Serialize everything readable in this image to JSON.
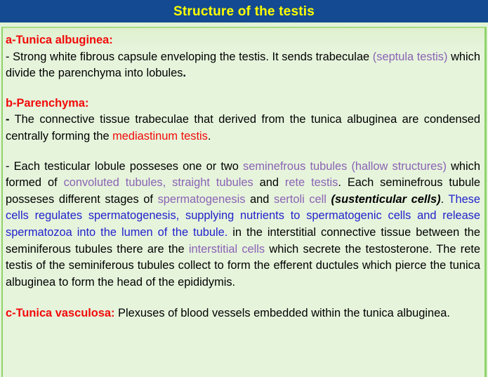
{
  "slide": {
    "title": "Structure of the testis",
    "title_color": "#ffff00",
    "title_bar_color": "#134a91",
    "body_background": "#e6f4dc",
    "border_color": "#8fd36a",
    "accent_colors": {
      "red": "#f20a0a",
      "purple": "#8a63b4",
      "blue": "#2222cc",
      "black": "#000000"
    }
  },
  "sections": [
    {
      "id": "tunica-albuginea",
      "heading": "a-Tunica albuginea:",
      "runs": [
        {
          "text": "- Strong white fibrous capsule enveloping the testis. It sends trabeculae ",
          "color": "black"
        },
        {
          "text": "(septula testis)",
          "color": "purple"
        },
        {
          "text": " which divide the parenchyma into lobules",
          "color": "black"
        },
        {
          "text": ".",
          "color": "black",
          "bold": true
        }
      ]
    },
    {
      "id": "parenchyma",
      "heading": "b-Parenchyma:",
      "runs": [
        {
          "text": "-",
          "color": "black",
          "bold": true
        },
        {
          "text": " The connective tissue trabeculae that derived from the tunica albuginea are condensed centrally forming the ",
          "color": "black"
        },
        {
          "text": "mediastinum testis",
          "color": "red"
        },
        {
          "text": ".",
          "color": "black"
        }
      ]
    },
    {
      "id": "parenchyma-detail",
      "heading": "",
      "runs": [
        {
          "text": "- Each testicular lobule posseses one or two ",
          "color": "black"
        },
        {
          "text": "seminefrous tubules (hallow structures)",
          "color": "purple"
        },
        {
          "text": " which formed of ",
          "color": "black"
        },
        {
          "text": "convoluted tubules, straight tubules",
          "color": "purple"
        },
        {
          "text": " and ",
          "color": "black"
        },
        {
          "text": "rete testis",
          "color": "purple"
        },
        {
          "text": ". Each seminefrous tubule posseses different stages of ",
          "color": "black"
        },
        {
          "text": "spermatogenesis",
          "color": "purple"
        },
        {
          "text": " and ",
          "color": "black"
        },
        {
          "text": "sertoli cell ",
          "color": "purple"
        },
        {
          "text": "(sustenticular cells)",
          "color": "black",
          "bolditalic": true
        },
        {
          "text": ". ",
          "color": "black"
        },
        {
          "text": "These cells regulates spermatogenesis, supplying nutrients to spermatogenic cells and release spermatozoa into the lumen of the tubule.",
          "color": "blue"
        },
        {
          "text": " in the interstitial connective tissue between the seminiferous tubules there are the ",
          "color": "black"
        },
        {
          "text": "interstitial cells",
          "color": "purple"
        },
        {
          "text": " which secrete the testosterone. The rete testis of the seminiferous tubules collect to form the efferent ductules which pierce the tunica albuginea to form the head of the epididymis.",
          "color": "black"
        }
      ]
    },
    {
      "id": "tunica-vasculosa",
      "heading": "c-Tunica vasculosa:",
      "heading_inline": true,
      "runs": [
        {
          "text": " Plexuses of blood vessels embedded within the tunica albuginea.",
          "color": "black"
        }
      ]
    }
  ]
}
